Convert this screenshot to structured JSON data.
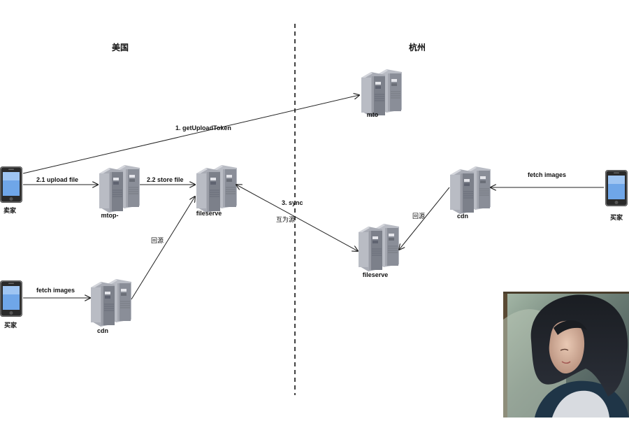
{
  "regions": {
    "left": "美国",
    "right": "杭州"
  },
  "nodes": {
    "seller_phone": "卖家",
    "buyer_phone_left": "买家",
    "buyer_phone_right": "买家",
    "mtop_server": "mtop-",
    "mto_server": "mto",
    "fileserve_us": "fileserve",
    "fileserve_hz": "fileserve",
    "cdn_us": "cdn",
    "cdn_hz": "cdn"
  },
  "edges": {
    "get_upload_token": "1. getUploadToken",
    "upload_file": "2.1 upload file",
    "store_file": "2.2 store file",
    "sync": "3. sync",
    "mutual_origin": "互为源",
    "origin_us": "回源",
    "origin_hz": "回源",
    "fetch_images_us": "fetch images",
    "fetch_images_hz": "fetch images"
  },
  "colors": {
    "server_light": "#b9bcc4",
    "server_mid": "#8a8e98",
    "server_dark": "#5f6370",
    "phone_body": "#2a2a2a",
    "phone_screen": "#6fa6e8",
    "line": "#222222"
  }
}
